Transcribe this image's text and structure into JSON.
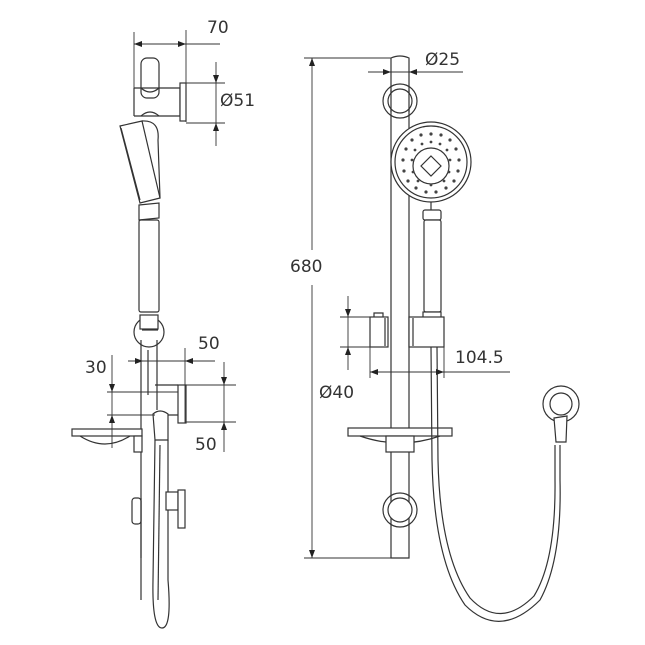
{
  "drawing": {
    "title": "Shower rail technical drawing",
    "colors": {
      "line": "#333333",
      "background": "#ffffff"
    },
    "side_view": {
      "dimensions": {
        "wall_bracket_projection": "70",
        "wall_bracket_diameter": "Ø51",
        "soap_dish_offset": "50",
        "soap_dish_height_a": "30",
        "outlet_height": "50"
      }
    },
    "front_view": {
      "dimensions": {
        "rail_height": "680",
        "rail_diameter": "Ø25",
        "slider_diameter": "Ø40",
        "slider_projection": "104.5"
      }
    },
    "components": [
      "rail",
      "wall-bracket-top",
      "wall-bracket-bottom",
      "handshower",
      "slider",
      "soap-dish",
      "hose",
      "wall-elbow"
    ]
  }
}
